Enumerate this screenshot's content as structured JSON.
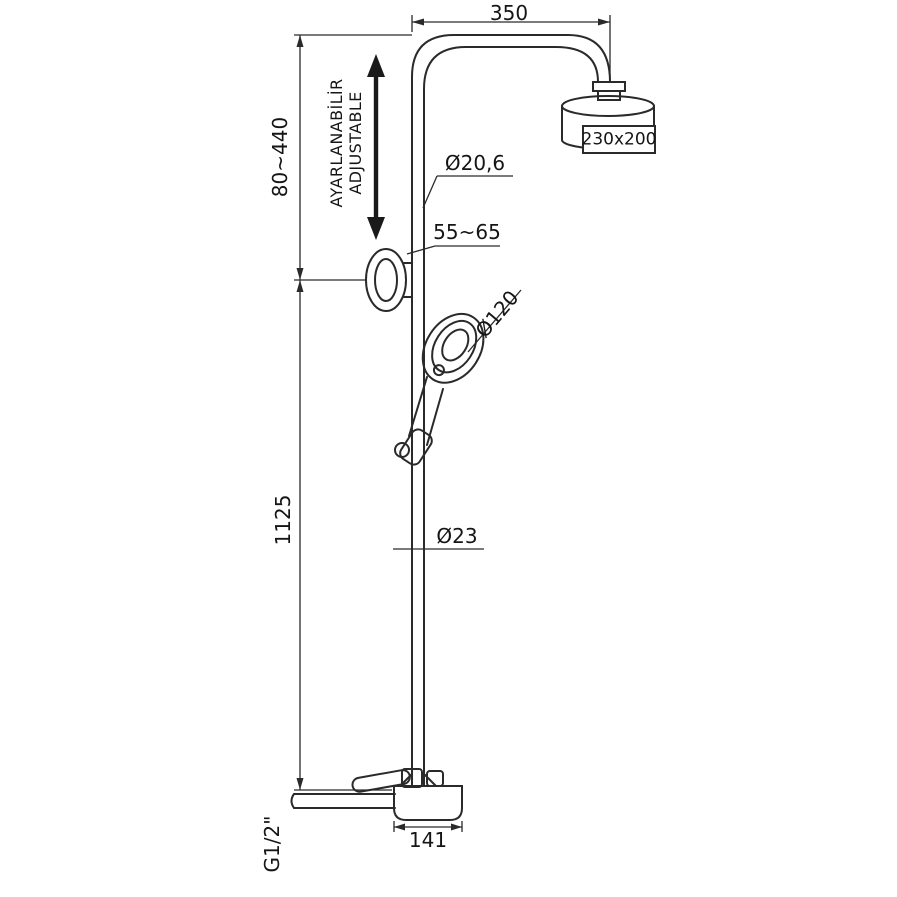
{
  "colors": {
    "line": "#2a2a2a",
    "text": "#151515",
    "background": "#ffffff"
  },
  "drawing": {
    "labels": {
      "dim_top_width": "350",
      "dim_adjustable_range": "80~440",
      "adjustable_tr": "AYARLANABİLİR",
      "adjustable_en": "ADJUSTABLE",
      "pipe_upper_diameter": "Ø20,6",
      "head_size": "230x200",
      "wall_distance": "55~65",
      "hand_shower_diameter": "Ø120",
      "dim_column_height": "1125",
      "pipe_lower_diameter": "Ø23",
      "mixer_width": "141",
      "thread_size": "G1/2\""
    }
  }
}
